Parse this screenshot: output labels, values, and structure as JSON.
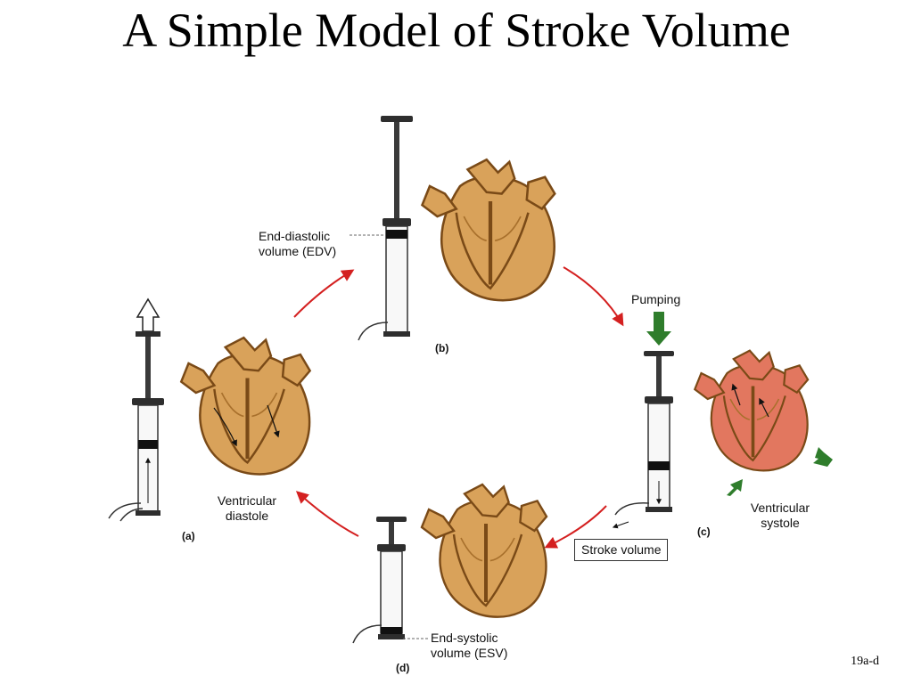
{
  "slide": {
    "title": "A Simple Model of Stroke Volume",
    "slide_number": "19a-d"
  },
  "panels": {
    "a": {
      "id": "(a)",
      "caption_line1": "Ventricular",
      "caption_line2": "diastole"
    },
    "b": {
      "id": "(b)",
      "callout_line1": "End-diastolic",
      "callout_line2": "volume (EDV)"
    },
    "c": {
      "id": "(c)",
      "pumping_label": "Pumping",
      "caption_line1": "Ventricular",
      "caption_line2": "systole",
      "stroke_volume_label": "Stroke volume"
    },
    "d": {
      "id": "(d)",
      "callout_line1": "End-systolic",
      "callout_line2": "volume (ESV)"
    }
  },
  "colors": {
    "cycle_arrow": "#d42020",
    "pump_arrow": "#2f7d2c",
    "heart_muscle": "#d9a25a",
    "heart_systole": "#e2775f",
    "syringe": "#2e2e2e"
  }
}
